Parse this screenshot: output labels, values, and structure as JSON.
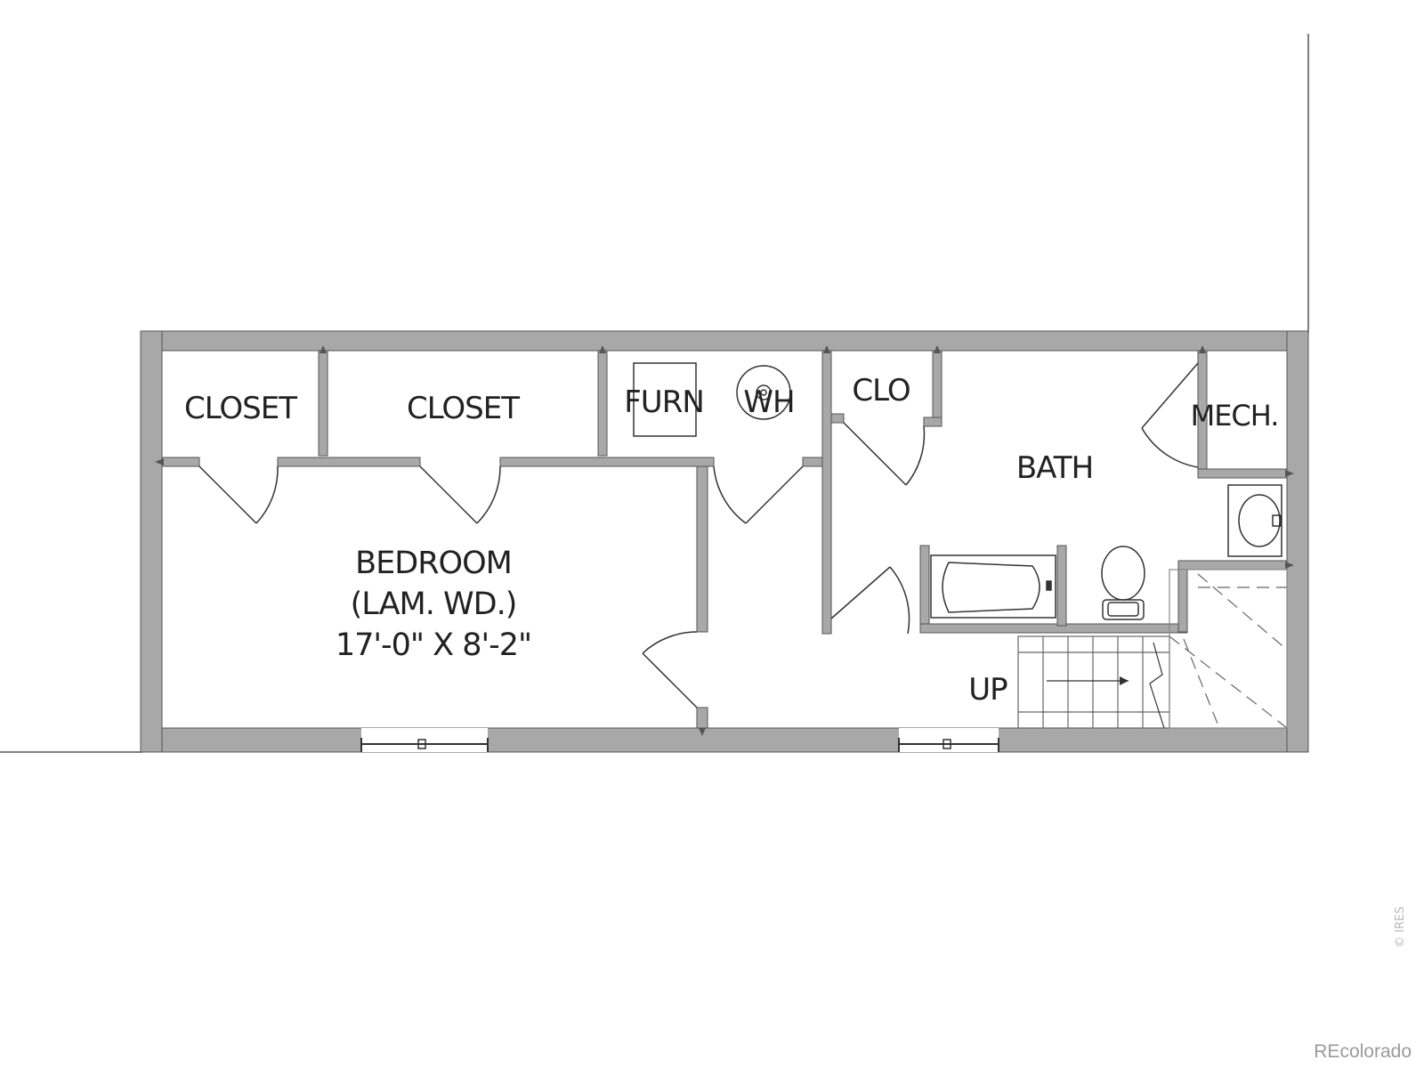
{
  "floor_plan": {
    "rooms": {
      "closet_1": "CLOSET",
      "closet_2": "CLOSET",
      "furnace": "FURN",
      "water_heater": "WH",
      "closet_3": "CLO",
      "bath": "BATH",
      "mechanical": "MECH.",
      "bedroom": "BEDROOM",
      "bedroom_floor": "(LAM. WD.)",
      "bedroom_dimensions": "17'-0\" X 8'-2\"",
      "stairs": "UP"
    },
    "colors": {
      "wall": "#a8a8a8",
      "wall_outline": "#555555",
      "line": "#333333",
      "label": "#222222"
    }
  },
  "watermarks": {
    "ires": "© IRES",
    "brand": "REcolorado"
  }
}
